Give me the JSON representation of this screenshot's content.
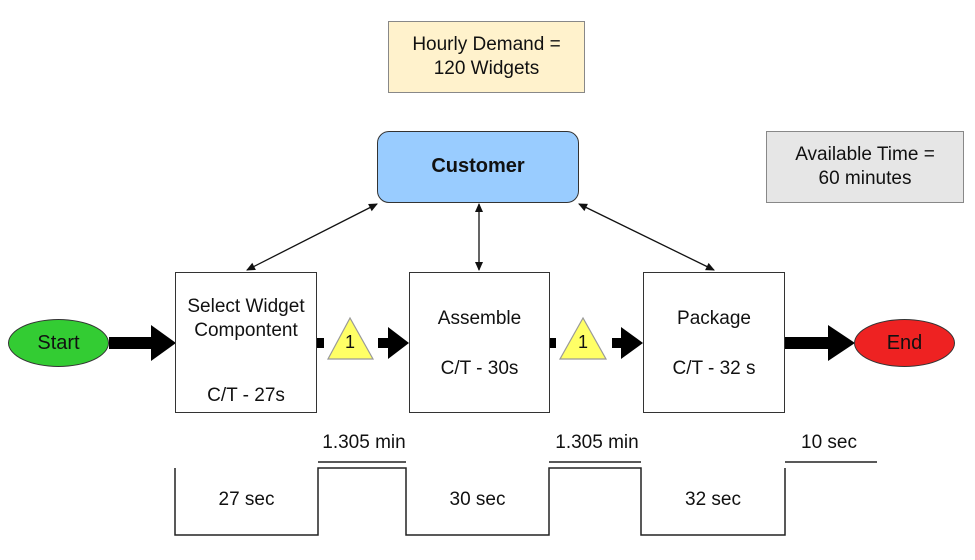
{
  "demand_box": {
    "line1": "Hourly Demand =",
    "line2": "120 Widgets"
  },
  "available_box": {
    "line1": "Available Time =",
    "line2": "60 minutes"
  },
  "customer": {
    "label": "Customer"
  },
  "start": {
    "label": "Start"
  },
  "end": {
    "label": "End"
  },
  "processes": [
    {
      "name_line1": "Select Widget",
      "name_line2": "Compontent",
      "cycle_time": "C/T - 27s"
    },
    {
      "name": "Assemble",
      "cycle_time": "C/T - 30s"
    },
    {
      "name": "Package",
      "cycle_time": "C/T - 32 s"
    }
  ],
  "inventory": [
    {
      "count": "1"
    },
    {
      "count": "1"
    }
  ],
  "timeline": {
    "wait_times": [
      "1.305 min",
      "1.305 min",
      "10 sec"
    ],
    "process_times": [
      "27 sec",
      "30 sec",
      "32 sec"
    ]
  },
  "colors": {
    "customer": "#99ccff",
    "demand": "#fff2cc",
    "available": "#e6e6e6",
    "start": "#33cc33",
    "end": "#ee2222",
    "inventory_triangle": "#ffff66"
  }
}
